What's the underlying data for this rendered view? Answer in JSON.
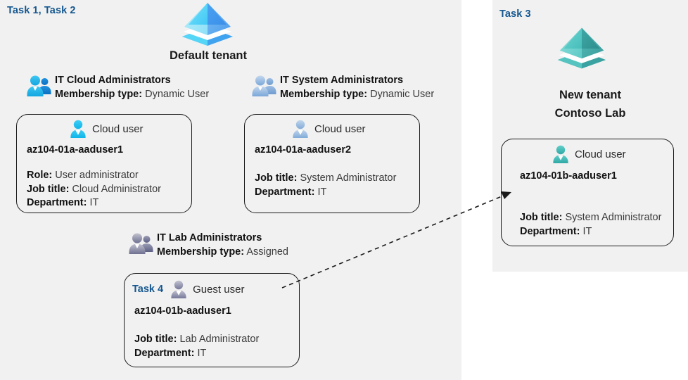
{
  "colors": {
    "panel_bg": "#f1f1f1",
    "page_bg": "#ffffff",
    "task_label": "#15578f",
    "text_bold": "#111111",
    "text_normal": "#3a3a3a",
    "card_border": "#1a1a1a",
    "group_cloud": "#22b6ef",
    "group_system": "#8fb4dd",
    "group_lab": "#7e80a0",
    "tenant_default": "#4aa9f0",
    "tenant_new": "#3fb5b0"
  },
  "left_panel": {
    "task_label": "Task 1, Task 2",
    "tenant": {
      "icon": "azure-ad-tenant-icon",
      "caption": "Default tenant"
    },
    "groups": [
      {
        "icon": "group-users-icon",
        "title": "IT Cloud Administrators",
        "sub_label": "Membership type:",
        "sub_value": "Dynamic User",
        "card": {
          "user_icon": "cloud-user-icon",
          "user_type": "Cloud user",
          "name": "az104-01a-aaduser1",
          "props": [
            {
              "label": "Role:",
              "value": "User administrator"
            },
            {
              "label": "Job title:",
              "value": "Cloud Administrator"
            },
            {
              "label": "Department:",
              "value": "IT"
            }
          ]
        }
      },
      {
        "icon": "group-users-icon",
        "title": "IT System Administrators",
        "sub_label": "Membership type:",
        "sub_value": "Dynamic User",
        "card": {
          "user_icon": "cloud-user-icon",
          "user_type": "Cloud user",
          "name": "az104-01a-aaduser2",
          "props": [
            {
              "label": "Job title:",
              "value": "System Administrator"
            },
            {
              "label": "Department:",
              "value": "IT"
            }
          ]
        }
      },
      {
        "icon": "group-users-icon",
        "title": "IT Lab Administrators",
        "sub_label": "Membership type:",
        "sub_value": "Assigned",
        "card": {
          "task_inline": "Task 4",
          "user_icon": "guest-user-icon",
          "user_type": "Guest user",
          "name": "az104-01b-aaduser1",
          "props": [
            {
              "label": "Job title:",
              "value": "Lab Administrator"
            },
            {
              "label": "Department:",
              "value": "IT"
            }
          ]
        }
      }
    ]
  },
  "right_panel": {
    "task_label": "Task 3",
    "tenant": {
      "icon": "azure-ad-tenant-icon",
      "caption_line1": "New  tenant",
      "caption_line2": "Contoso Lab"
    },
    "card": {
      "user_icon": "cloud-user-icon",
      "user_type": "Cloud user",
      "name": "az104-01b-aaduser1",
      "props": [
        {
          "label": "Job title:",
          "value": "System Administrator"
        },
        {
          "label": "Department:",
          "value": "IT"
        }
      ]
    }
  },
  "connector": {
    "name": "guest-invite-arrow",
    "style": "dashed-arrow"
  }
}
